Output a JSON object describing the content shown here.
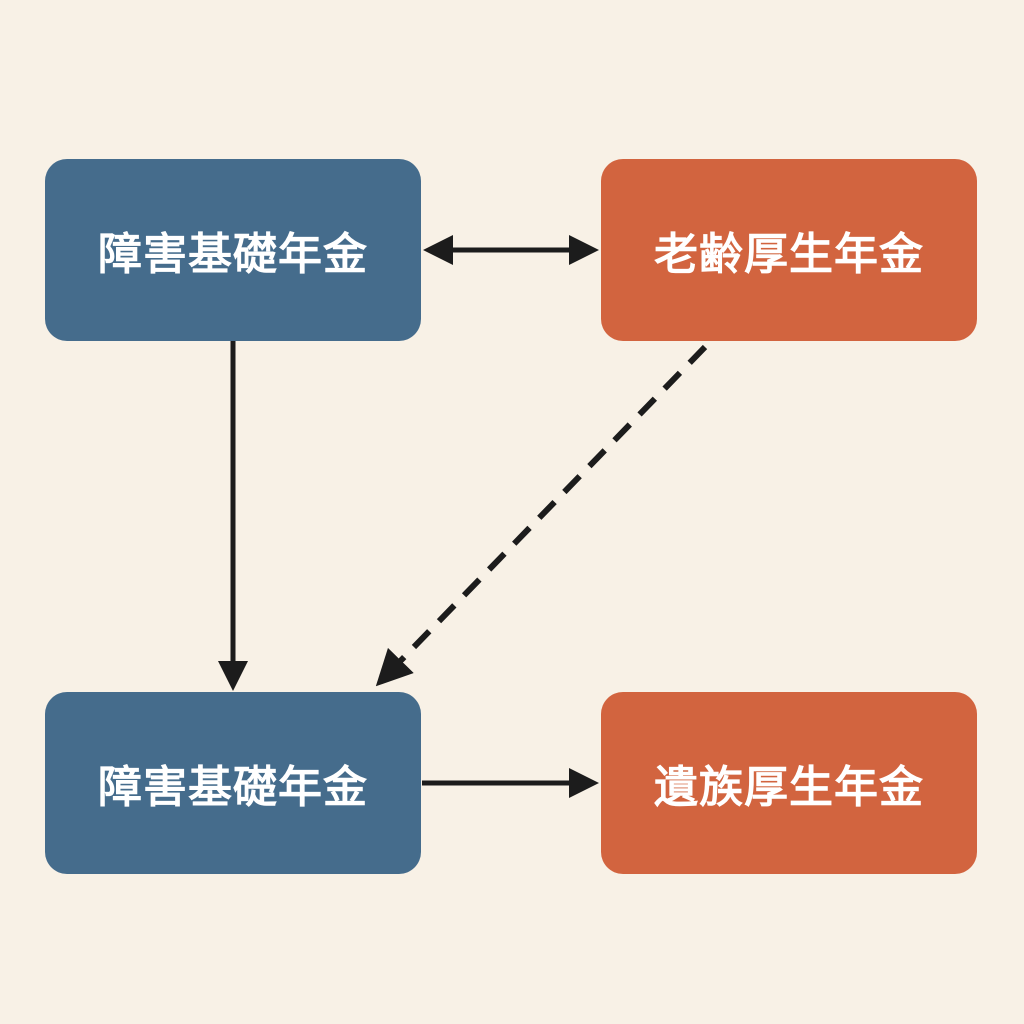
{
  "colors": {
    "background": "#f8f1e6",
    "blue": "#456c8c",
    "orange": "#d2643f",
    "arrow": "#1c1c1c"
  },
  "nodes": [
    {
      "id": "node-tl",
      "label": "障害基礎年金",
      "color": "blue"
    },
    {
      "id": "node-tr",
      "label": "老齢厚生年金",
      "color": "orange"
    },
    {
      "id": "node-bl",
      "label": "障害基礎年金",
      "color": "blue"
    },
    {
      "id": "node-br",
      "label": "遺族厚生年金",
      "color": "orange"
    }
  ],
  "edges": [
    {
      "from": "障害基礎年金 (top)",
      "to": "老齢厚生年金",
      "style": "solid",
      "direction": "both"
    },
    {
      "from": "障害基礎年金 (top)",
      "to": "障害基礎年金 (bottom)",
      "style": "solid",
      "direction": "forward"
    },
    {
      "from": "老齢厚生年金",
      "to": "障害基礎年金 (bottom)",
      "style": "dashed",
      "direction": "forward"
    },
    {
      "from": "障害基礎年金 (bottom)",
      "to": "遺族厚生年金",
      "style": "solid",
      "direction": "forward"
    }
  ]
}
